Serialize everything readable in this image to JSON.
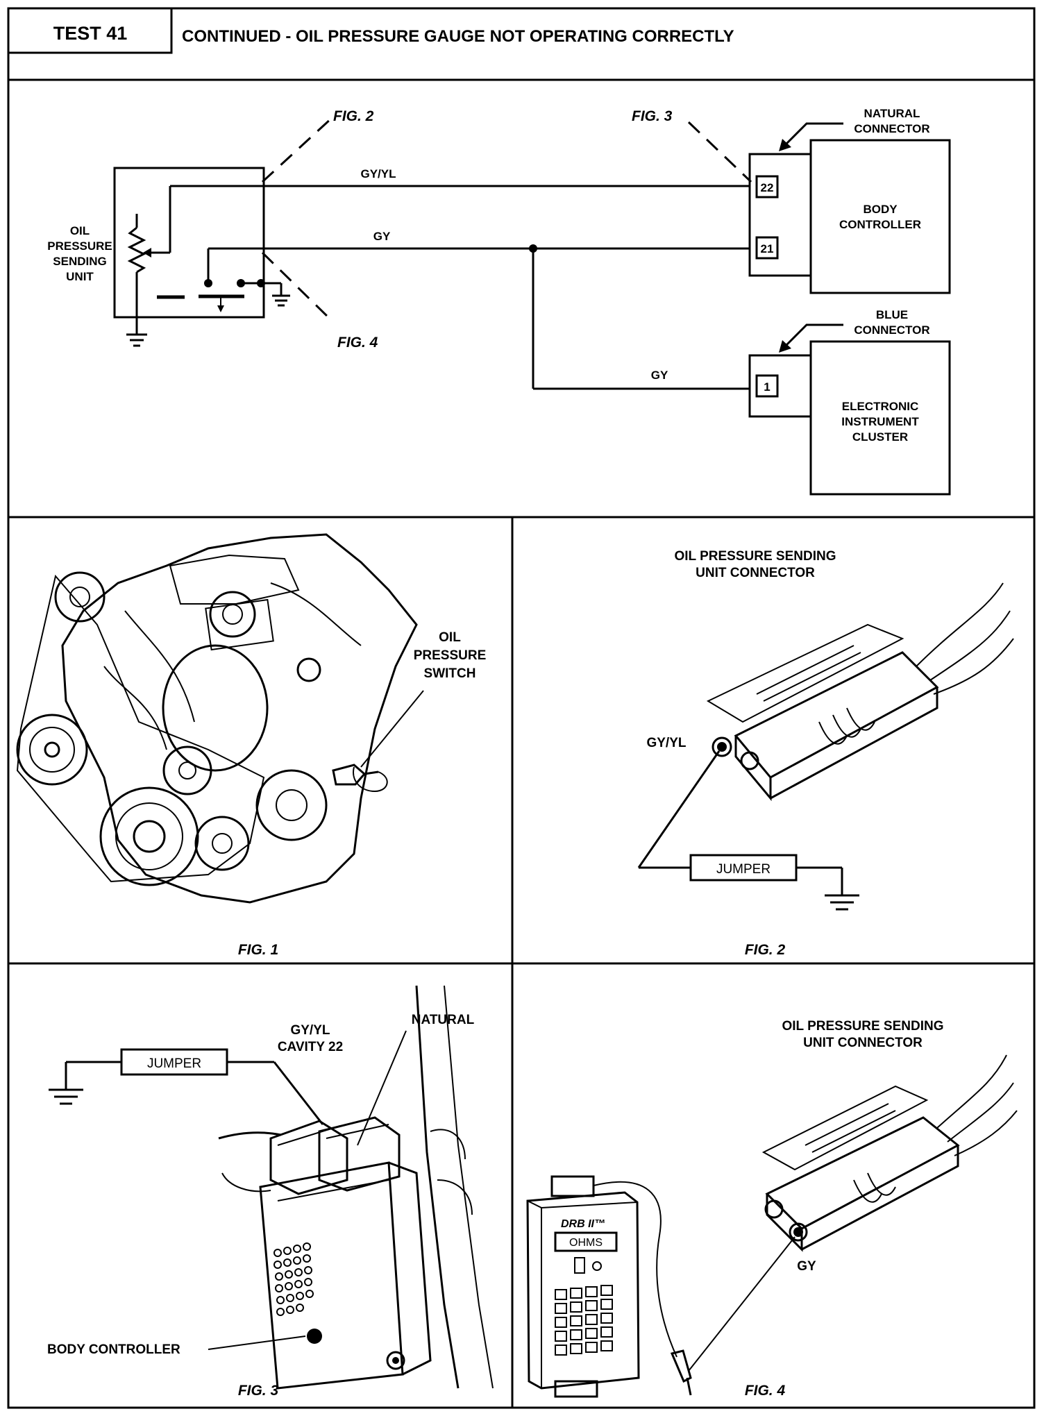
{
  "header": {
    "test_label": "TEST 41",
    "title": "CONTINUED - OIL PRESSURE GAUGE NOT OPERATING CORRECTLY"
  },
  "schematic": {
    "sending_unit_label": [
      "OIL",
      "PRESSURE",
      "SENDING",
      "UNIT"
    ],
    "wire_gyyl": "GY/YL",
    "wire_gy": "GY",
    "wire_gy_cluster": "GY",
    "callout_fig2": "FIG. 2",
    "callout_fig3": "FIG. 3",
    "callout_fig4": "FIG. 4",
    "natural_connector": [
      "NATURAL",
      "CONNECTOR"
    ],
    "blue_connector": [
      "BLUE",
      "CONNECTOR"
    ],
    "pin_22": "22",
    "pin_21": "21",
    "pin_1": "1",
    "body_controller": [
      "BODY",
      "CONTROLLER"
    ],
    "cluster": [
      "ELECTRONIC",
      "INSTRUMENT",
      "CLUSTER"
    ]
  },
  "fig1": {
    "switch_label": [
      "OIL",
      "PRESSURE",
      "SWITCH"
    ],
    "caption": "FIG. 1"
  },
  "fig2": {
    "title": [
      "OIL PRESSURE SENDING",
      "UNIT CONNECTOR"
    ],
    "wire_label": "GY/YL",
    "jumper": "JUMPER",
    "caption": "FIG. 2"
  },
  "fig3": {
    "jumper": "JUMPER",
    "cavity_label": [
      "GY/YL",
      "CAVITY 22"
    ],
    "natural": "NATURAL",
    "body_controller": "BODY CONTROLLER",
    "caption": "FIG. 3"
  },
  "fig4": {
    "title": [
      "OIL PRESSURE SENDING",
      "UNIT CONNECTOR"
    ],
    "wire_label": "GY",
    "meter_brand": "DRB II™",
    "meter_display": "OHMS",
    "caption": "FIG. 4"
  }
}
